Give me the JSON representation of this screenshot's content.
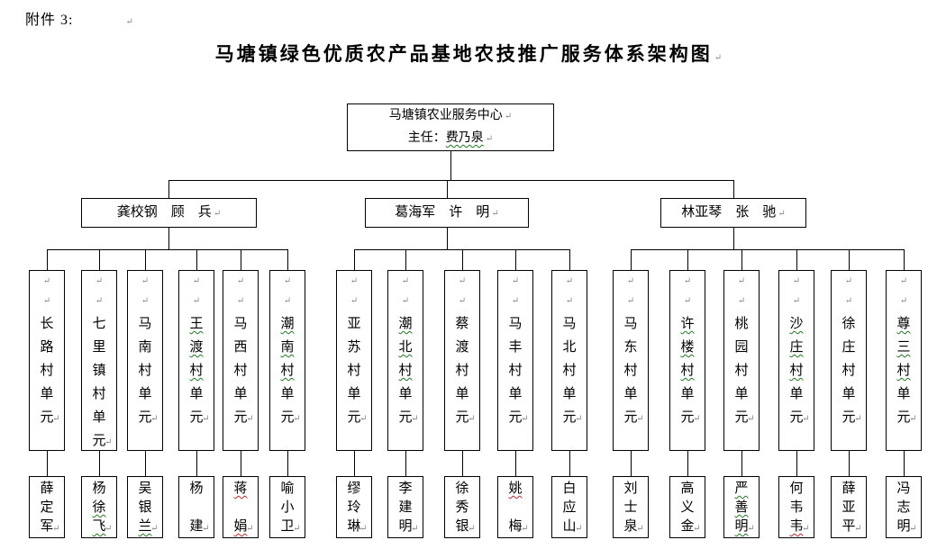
{
  "marks": {
    "pilcrow": "↵"
  },
  "page": {
    "attachment_label": "附件 3:",
    "title": "马塘镇绿色优质农产品基地农技推广服务体系架构图"
  },
  "center": {
    "line1": "马塘镇农业服务中心",
    "line2_prefix": "主任：",
    "line2_name": "费乃泉"
  },
  "teams": [
    {
      "label": "龚校钢　顾　兵"
    },
    {
      "label": "葛海军　许　明"
    },
    {
      "label": "林亚琴　张　驰"
    }
  ],
  "groups": [
    {
      "units": [
        {
          "village": "长路村单元",
          "person": "薛定军"
        },
        {
          "village": "七里镇村单元",
          "person": "杨徐飞",
          "person_mark": {
            "color": "green",
            "chars": [
              1,
              2
            ]
          }
        },
        {
          "village": "马南村单元",
          "person": "吴银兰",
          "person_mark": {
            "color": "green",
            "chars": [
              2
            ]
          }
        },
        {
          "village": "王渡村单元",
          "village_mark": {
            "color": "green",
            "chars": [
              0,
              1,
              2
            ]
          },
          "person": "杨　建"
        },
        {
          "village": "马西村单元",
          "person": "蒋　娟",
          "person_mark": {
            "color": "red",
            "chars": [
              0,
              2
            ]
          }
        },
        {
          "village": "潮南村单元",
          "village_mark": {
            "color": "green",
            "chars": [
              0,
              1,
              2
            ]
          },
          "person": "喻小卫"
        }
      ]
    },
    {
      "units": [
        {
          "village": "亚苏村单元",
          "person": "缪玲琳"
        },
        {
          "village": "潮北村单元",
          "village_mark": {
            "color": "green",
            "chars": [
              0,
              1,
              2
            ]
          },
          "person": "李建明"
        },
        {
          "village": "蔡渡村单元",
          "person": "徐秀银"
        },
        {
          "village": "马丰村单元",
          "person": "姚　梅",
          "person_mark": {
            "color": "red",
            "chars": [
              0
            ]
          }
        },
        {
          "village": "马北村单元",
          "person": "白应山"
        }
      ]
    },
    {
      "units": [
        {
          "village": "马东村单元",
          "person": "刘士泉"
        },
        {
          "village": "许楼村单元",
          "village_mark": {
            "color": "green",
            "chars": [
              0,
              1,
              2
            ]
          },
          "person": "高义金"
        },
        {
          "village": "桃园村单元",
          "person": "严善明",
          "person_mark": {
            "color": "green",
            "chars": [
              0,
              1,
              2
            ]
          }
        },
        {
          "village": "沙庄村单元",
          "village_mark": {
            "color": "green",
            "chars": [
              0,
              1,
              2
            ]
          },
          "person": "何韦韦",
          "person_mark": {
            "color": "red",
            "chars": [
              2
            ]
          }
        },
        {
          "village": "徐庄村单元",
          "person": "薛亚平"
        },
        {
          "village": "尊三村单元",
          "village_mark": {
            "color": "green",
            "chars": [
              0,
              1,
              2
            ]
          },
          "person": "冯志明"
        }
      ]
    }
  ]
}
